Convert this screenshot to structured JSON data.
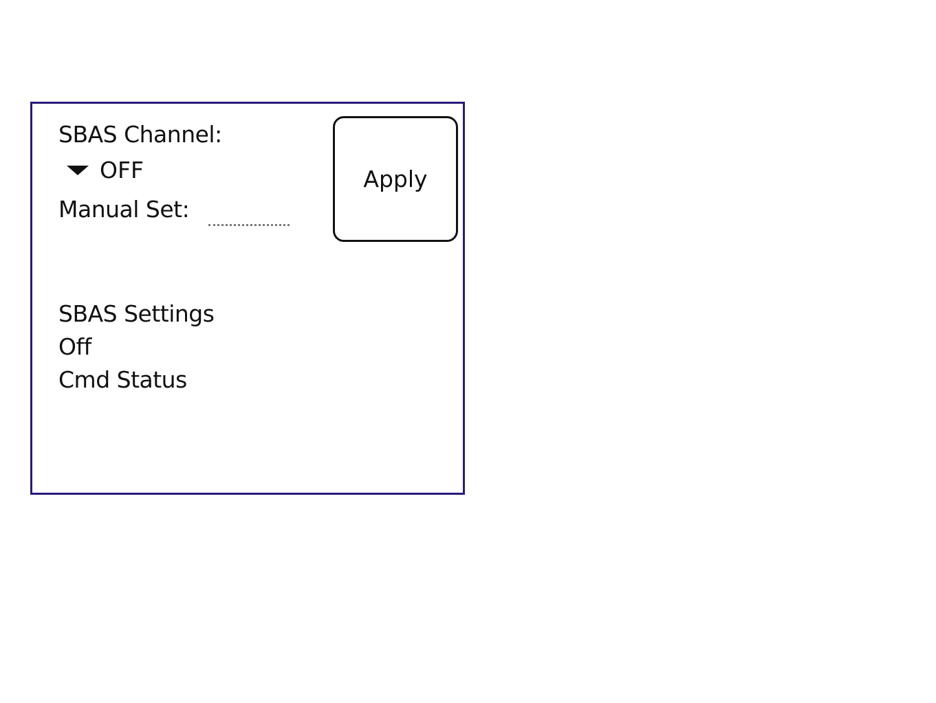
{
  "form": {
    "sbas_channel_label": "SBAS Channel:",
    "channel_value": "OFF",
    "manual_set_label": "Manual Set:",
    "manual_set_value": "",
    "apply_label": "Apply",
    "sbas_settings_label": "SBAS Settings",
    "sbas_settings_value": "Off",
    "cmd_status_label": "Cmd Status"
  },
  "colors": {
    "panel_border": "#2a1a7a",
    "text": "#111111",
    "background": "#ffffff"
  },
  "icons": {
    "dropdown": "triangle-down-icon"
  }
}
